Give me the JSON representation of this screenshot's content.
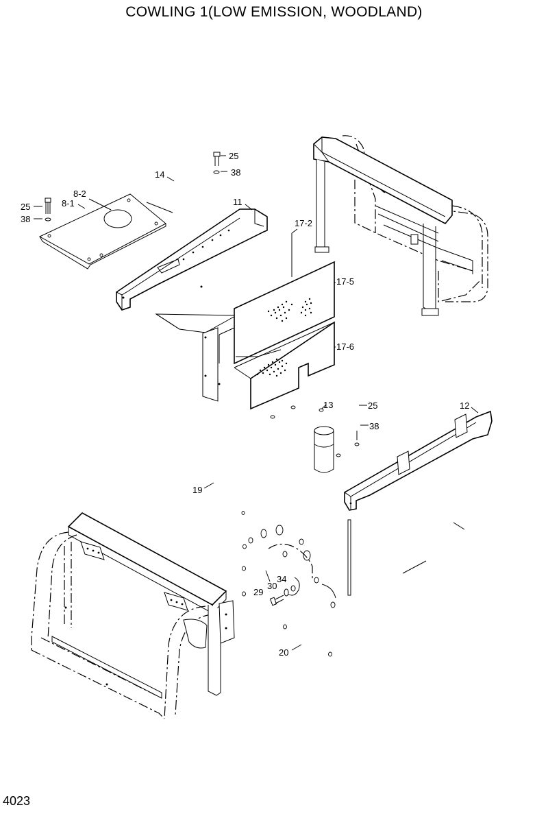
{
  "title": "COWLING 1(LOW EMISSION, WOODLAND)",
  "page_number": "4023",
  "callouts": {
    "c25a": "25",
    "c38a": "38",
    "c14": "14",
    "c11": "11",
    "c82": "8-2",
    "c81": "8-1",
    "c25b": "25",
    "c38b": "38",
    "c172": "17-2",
    "c175": "17-5",
    "c176": "17-6",
    "c13": "13",
    "c25c": "25",
    "c38c": "38",
    "c12": "12",
    "c19": "19",
    "c29": "29",
    "c30": "30",
    "c34": "34",
    "c20": "20"
  }
}
